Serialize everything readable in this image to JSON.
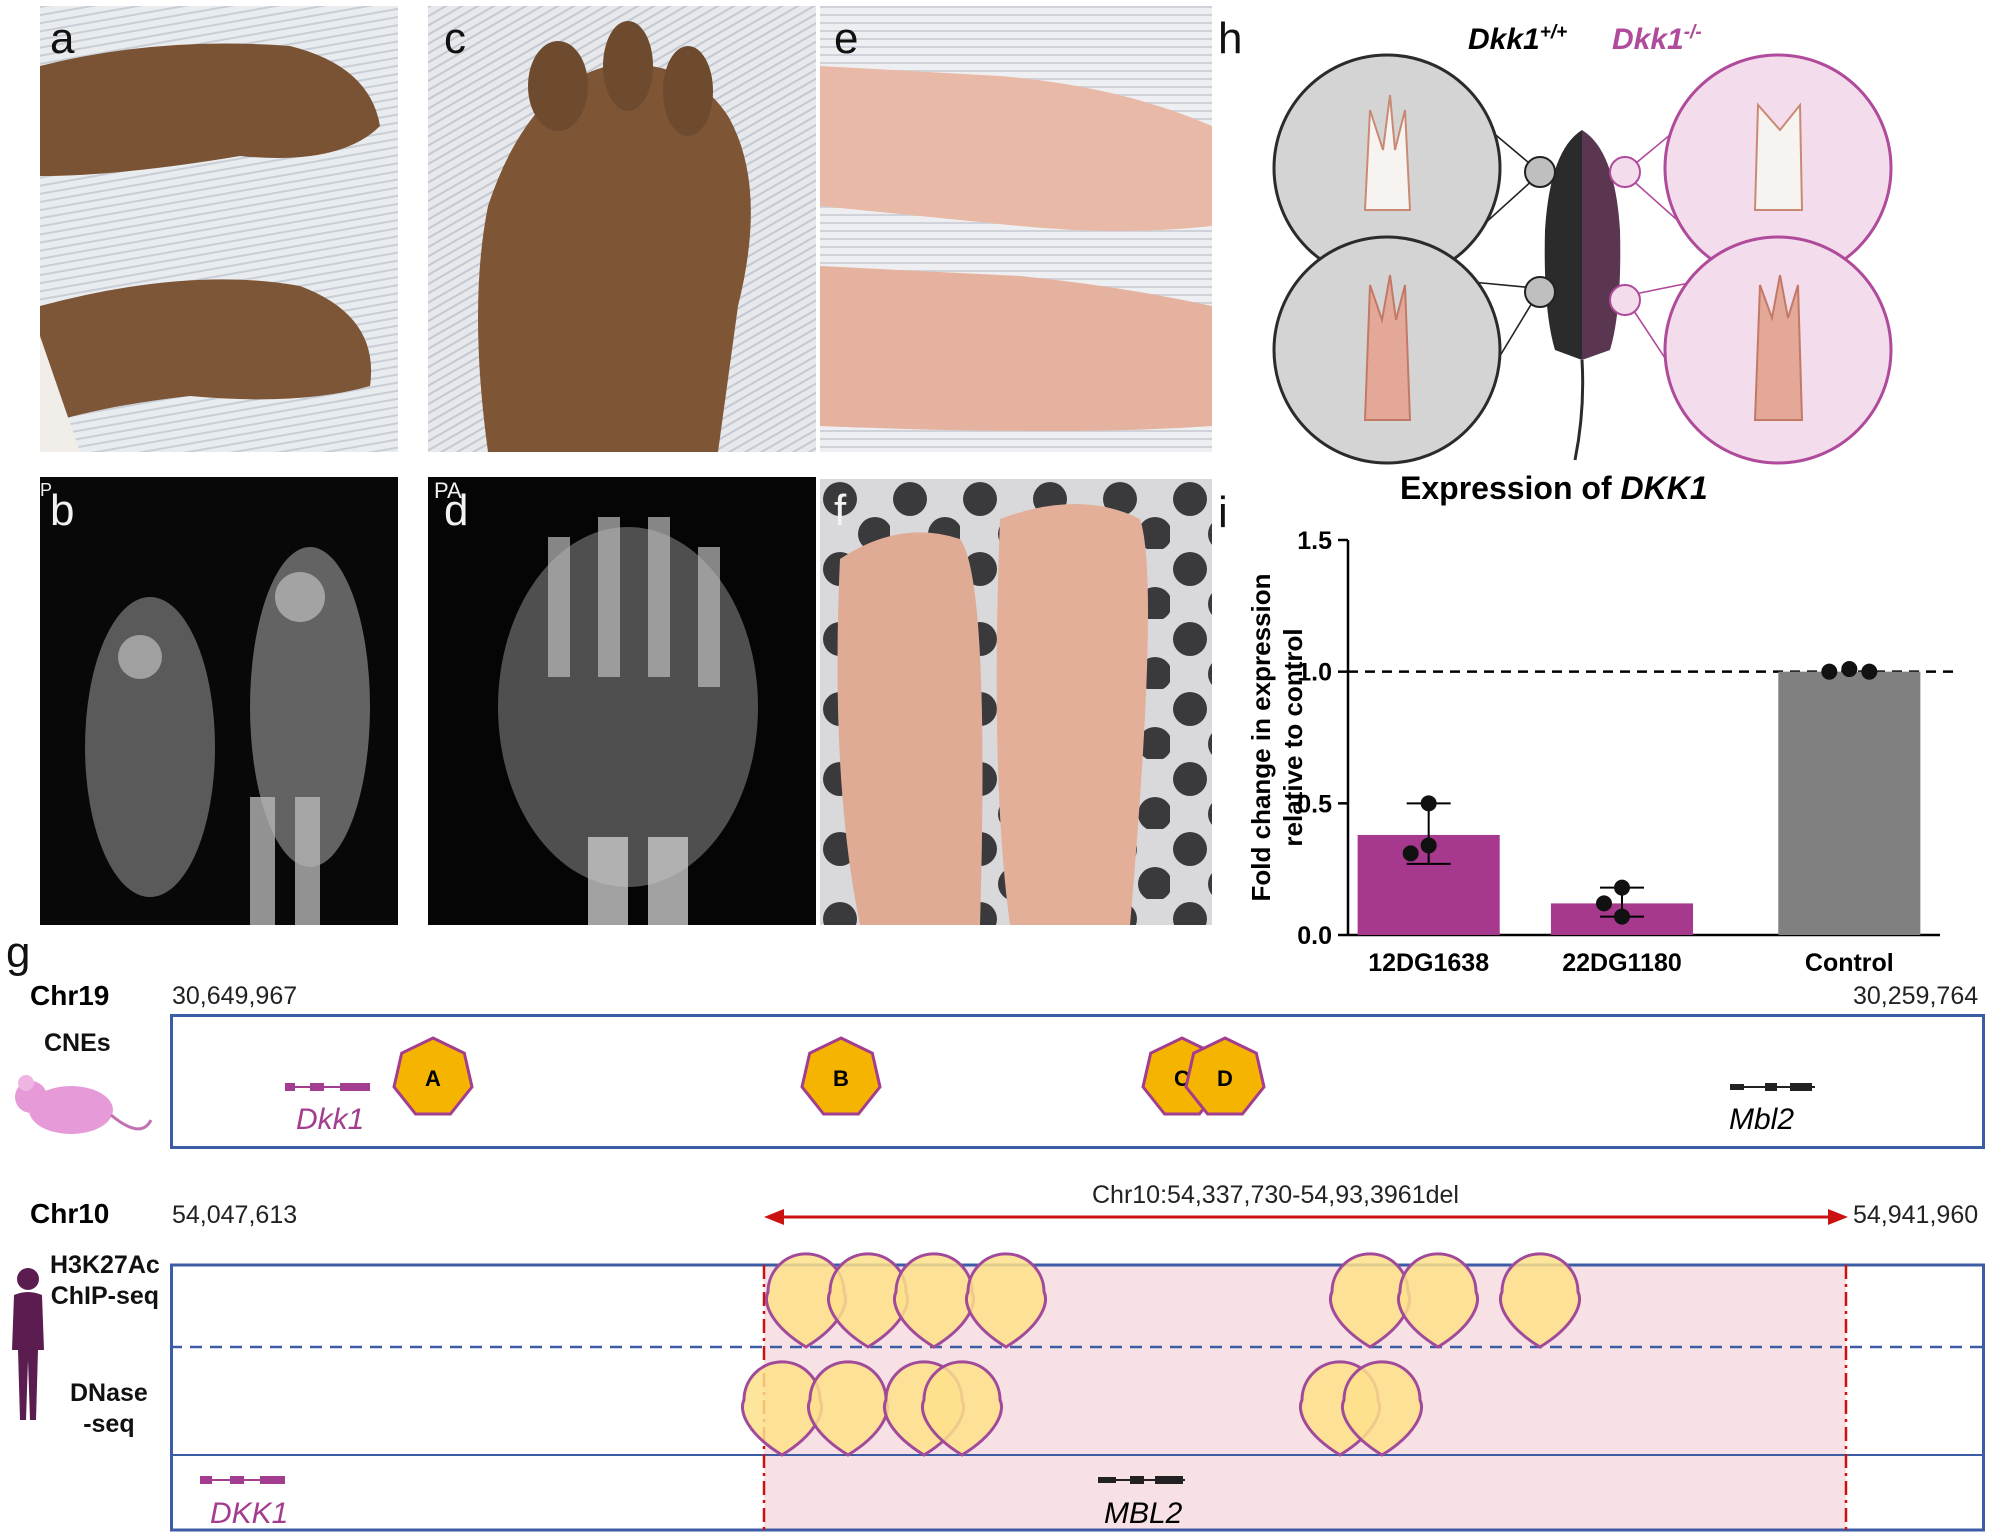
{
  "panel_letters": {
    "a": "a",
    "b": "b",
    "c": "c",
    "d": "d",
    "e": "e",
    "f": "f",
    "g": "g",
    "h": "h",
    "i": "i"
  },
  "xray_markers": {
    "b": "P",
    "d": "PA"
  },
  "panel_h": {
    "wt_gene": "Dkk1",
    "wt_sup": "+/+",
    "ko_gene": "Dkk1",
    "ko_sup": "-/-",
    "colors": {
      "wt_circle": "#d4d4d4",
      "ko_circle": "#f3dcec",
      "ko_stroke": "#b04a9a",
      "mouse_body": "#2b2b2b",
      "mouse_half": "#5a3650"
    }
  },
  "panel_i": {
    "title_prefix": "Expression of ",
    "title_gene": "DKK1"
  },
  "chart_data": {
    "type": "bar",
    "ylabel_line1": "Fold change in expression",
    "ylabel_line2": "relative to control",
    "ylim": [
      0.0,
      1.5
    ],
    "yticks": [
      "0.0",
      "0.5",
      "1.0",
      "1.5"
    ],
    "ytick_values": [
      0.0,
      0.5,
      1.0,
      1.5
    ],
    "reference_line": 1.0,
    "categories": [
      "12DG1638",
      "22DG1180",
      "Control"
    ],
    "values": [
      0.38,
      0.12,
      1.0
    ],
    "error_low": [
      0.27,
      0.07,
      1.0
    ],
    "error_high": [
      0.5,
      0.18,
      1.0
    ],
    "points": [
      [
        0.5,
        0.31,
        0.34
      ],
      [
        0.18,
        0.12,
        0.07
      ],
      [
        1.0,
        1.01,
        1.0
      ]
    ],
    "colors": [
      "#a6388e",
      "#a6388e",
      "#808080"
    ]
  },
  "panel_g": {
    "chr19": {
      "label": "Chr19",
      "start": "30,649,967",
      "end": "30,259,764",
      "track": "CNEs",
      "cnes": [
        "A",
        "B",
        "C",
        "D"
      ],
      "gene_left": "Dkk1",
      "gene_right": "Mbl2"
    },
    "chr10": {
      "label": "Chr10",
      "start": "54,047,613",
      "end": "54,941,960",
      "deletion": "Chr10:54,337,730-54,93,3961del",
      "track1_line1": "H3K27Ac",
      "track1_line2": "ChIP-seq",
      "track2_line1": "DNase",
      "track2_line2": "-seq",
      "gene_left": "DKK1",
      "gene_right": "MBL2"
    },
    "colors": {
      "box": "#3d5ca6",
      "cne_fill": "#f5b400",
      "peak_fill": "#fde08a",
      "peak_stroke": "#a24a9a",
      "del_fill": "#f7e1e4",
      "del_line": "#cc1111",
      "gene_magenta": "#a33d8f"
    }
  }
}
